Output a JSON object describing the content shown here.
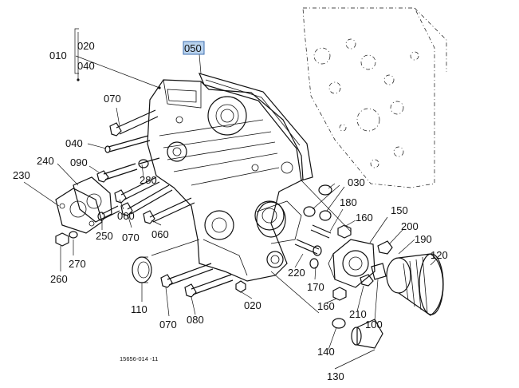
{
  "labels": {
    "l010": "010",
    "l020a": "020",
    "l040a": "040",
    "l050": "050",
    "l070a": "070",
    "l040b": "040",
    "l090": "090",
    "l240": "240",
    "l230": "230",
    "l280": "280",
    "l060a": "060",
    "l250": "250",
    "l070b": "070",
    "l060b": "060",
    "l270": "270",
    "l260": "260",
    "l110": "110",
    "l070c": "070",
    "l080": "080",
    "l020b": "020",
    "l030": "030",
    "l180": "180",
    "l160a": "160",
    "l150": "150",
    "l200": "200",
    "l190": "190",
    "l120": "120",
    "l220": "220",
    "l170": "170",
    "l160b": "160",
    "l210": "210",
    "l100": "100",
    "l140": "140",
    "l130": "130"
  },
  "footer": {
    "drawing_number": "15656-014 -11"
  },
  "highlighted_label": "050",
  "colors": {
    "line": "#111111",
    "highlight_fill": "#b9d3ee",
    "highlight_border": "#3f6fb0",
    "background": "#ffffff"
  }
}
